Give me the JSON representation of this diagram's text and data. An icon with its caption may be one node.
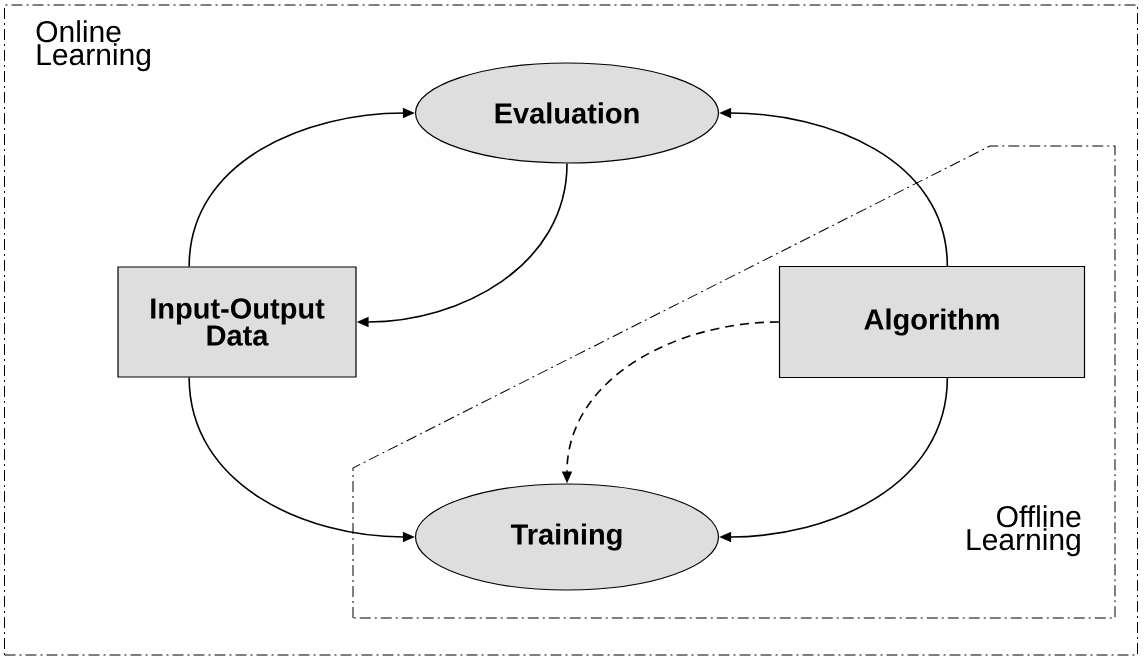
{
  "diagram": {
    "nodes": [
      {
        "text": [
          "Online Learning"
        ]
      },
      {
        "text": [
          "Evaluation"
        ],
        "in": 0
      },
      {
        "text": [
          "Input-Output Data"
        ],
        "in": 0
      },
      {
        "text": [
          "Offline Learning"
        ],
        "in": 0
      },
      {
        "text": [
          "Algorithm"
        ],
        "in": 3
      },
      {
        "text": [
          "Training"
        ],
        "in": 3
      }
    ],
    "edges": [
      {
        "from": 2,
        "to": 1,
        "arrow": "to"
      },
      {
        "from": 1,
        "to": 2,
        "arrow": "to"
      },
      {
        "from": 4,
        "to": 1,
        "arrow": "to"
      },
      {
        "from": 2,
        "to": 5,
        "arrow": "to"
      },
      {
        "from": 4,
        "to": 5,
        "arrow": "to"
      },
      {
        "from": 4,
        "to": 5,
        "arrow": "to",
        "style": "dashed"
      }
    ]
  }
}
